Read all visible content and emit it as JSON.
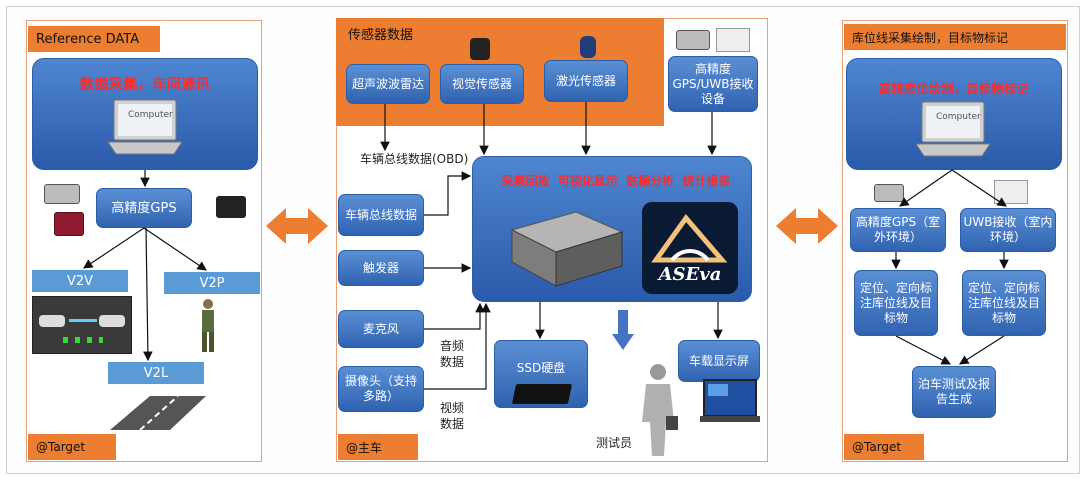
{
  "left": {
    "header": "Reference DATA",
    "title": "数据采集，车间通讯",
    "computer_label": "Computer",
    "gps": "高精度GPS",
    "v2v": "V2V",
    "v2p": "V2P",
    "v2l": "V2L",
    "footer": "@Target"
  },
  "middle": {
    "header": "传感器数据",
    "sensors": [
      "超声波波雷达",
      "视觉传感器",
      "激光传感器",
      "高精度GPS/UWB接收设备"
    ],
    "obd_label": "车辆总线数据(OBD)",
    "inputs": [
      "车辆总线数据",
      "触发器",
      "麦克风",
      "摄像头（支持多路）"
    ],
    "audio_label": "音频数据",
    "video_label": "视频数据",
    "features": "采集回放  可视化显示  数据分析  统计报告",
    "logo": "ASEva",
    "ssd": "SSD硬盘",
    "display": "车载显示屏",
    "tester": "测试员",
    "footer": "@主车"
  },
  "right": {
    "header": "库位线采集绘制，目标物标记",
    "title": "高精库位绘制，目标物标记",
    "computer_label": "Computer",
    "gps": "高精度GPS（室外环境）",
    "uwb": "UWB接收（室内环境）",
    "loc1": "定位、定向标注库位线及目标物",
    "loc2": "定位、定向标注库位线及目标物",
    "report": "泊车测试及报告生成",
    "footer": "@Target"
  },
  "colors": {
    "accent": "#ed7d31",
    "box": "#2f63b0",
    "title_red": "#ff2a2a"
  }
}
